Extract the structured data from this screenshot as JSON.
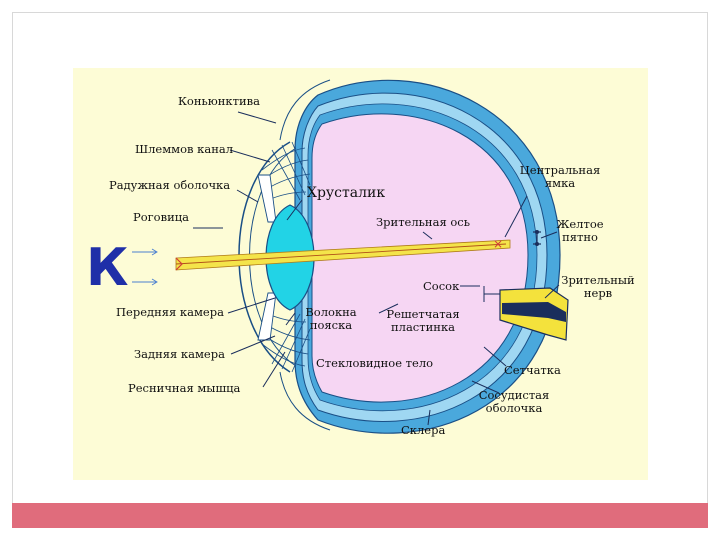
{
  "colors": {
    "panel_bg": "#fdfcd6",
    "vitreous": "#f6d6f3",
    "sclera_band": "#4aa8dc",
    "inner_band": "#9fd7f2",
    "lens": "#22d3e6",
    "optic_axis": "#f4e44a",
    "optic_nerve": "#f4e23c",
    "k_letter": "#1f2fa8",
    "footer": "#e06c7c"
  },
  "letter_k": "К",
  "labels": {
    "conjunctiva": "Коньюнктива",
    "schlemm_canal": "Шлеммов канал",
    "iris": "Радужная оболочка",
    "cornea": "Роговица",
    "lens": "Хрусталик",
    "fovea_l1": "Центральная",
    "fovea_l2": "ямка",
    "visual_axis": "Зрительная ось",
    "macula_l1": "Желтое",
    "macula_l2": "пятно",
    "optic_nerve_l1": "Зрительный",
    "optic_nerve_l2": "нерв",
    "optic_disc": "Сосок",
    "anterior_chamber": "Передняя камера",
    "zonule_l1": "Волокна",
    "zonule_l2": "пояска",
    "lamina_l1": "Решетчатая",
    "lamina_l2": "пластинка",
    "posterior_chamber": "Задняя камера",
    "vitreous_body": "Стекловидное тело",
    "retina": "Сетчатка",
    "ciliary_muscle": "Ресничная мышца",
    "choroid_l1": "Сосудистая",
    "choroid_l2": "оболочка",
    "sclera": "Склера"
  }
}
